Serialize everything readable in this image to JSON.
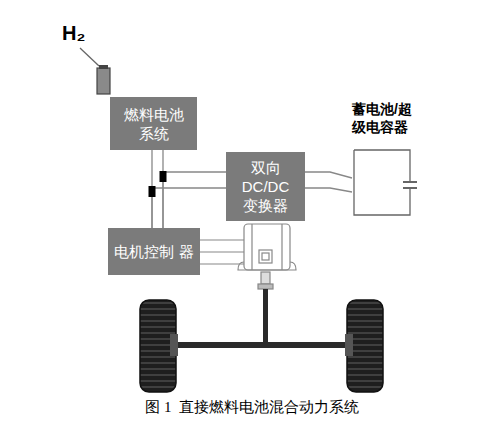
{
  "diagram": {
    "caption": "图 1  直接燃料电池混合动力系统",
    "nodes": [
      {
        "text": [
          "燃料电池 系统"
        ]
      },
      {
        "text": [
          "双向 DC/DC 变换器"
        ]
      },
      {
        "text": [
          "电机控制 器"
        ]
      },
      {
        "text": [
          "蓄电池/超 级电容器"
        ]
      }
    ],
    "edges": [
      {
        "from": 0,
        "to": 2,
        "arrow": "none"
      },
      {
        "from": 1,
        "to": 2,
        "arrow": "none"
      },
      {
        "from": 1,
        "to": 3,
        "arrow": "none"
      }
    ],
    "labels": [
      "H₂"
    ]
  }
}
